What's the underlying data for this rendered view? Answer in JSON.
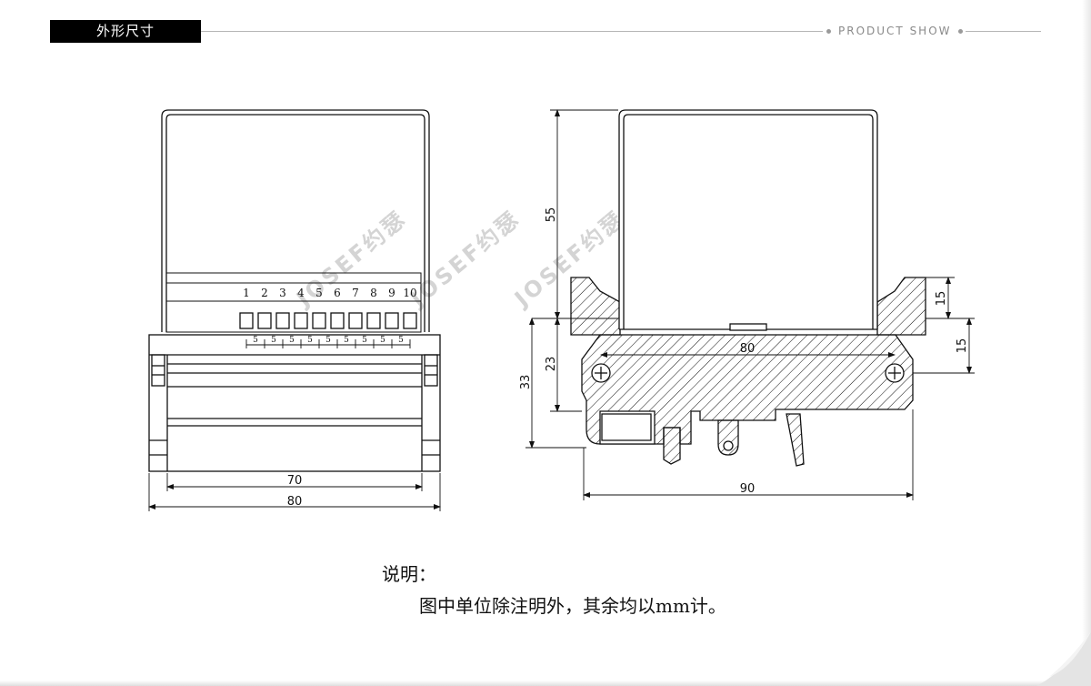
{
  "header": {
    "title": "外形尺寸",
    "subtitle": "PRODUCT SHOW"
  },
  "watermark": {
    "text": "JOSEF约瑟"
  },
  "front_view": {
    "terminal_numbers": [
      "1",
      "2",
      "3",
      "4",
      "5",
      "6",
      "7",
      "8",
      "9",
      "10"
    ],
    "pitch_labels": [
      "5",
      "5",
      "5",
      "5",
      "5",
      "5",
      "5",
      "5",
      "5"
    ],
    "dim_inner_width": "70",
    "dim_outer_width": "80"
  },
  "side_view": {
    "dim_top_height": "55",
    "dim_bottom_height": "33",
    "dim_mid_height": "23",
    "dim_mount_width": "80",
    "dim_total_width": "90",
    "dim_right_upper": "15",
    "dim_right_lower": "15"
  },
  "note": {
    "title": "说明：",
    "body": "图中单位除注明外，其余均以mm计。"
  },
  "colors": {
    "header_bg": "#000000",
    "line": "#111111",
    "watermark": "#d4d4d4"
  }
}
